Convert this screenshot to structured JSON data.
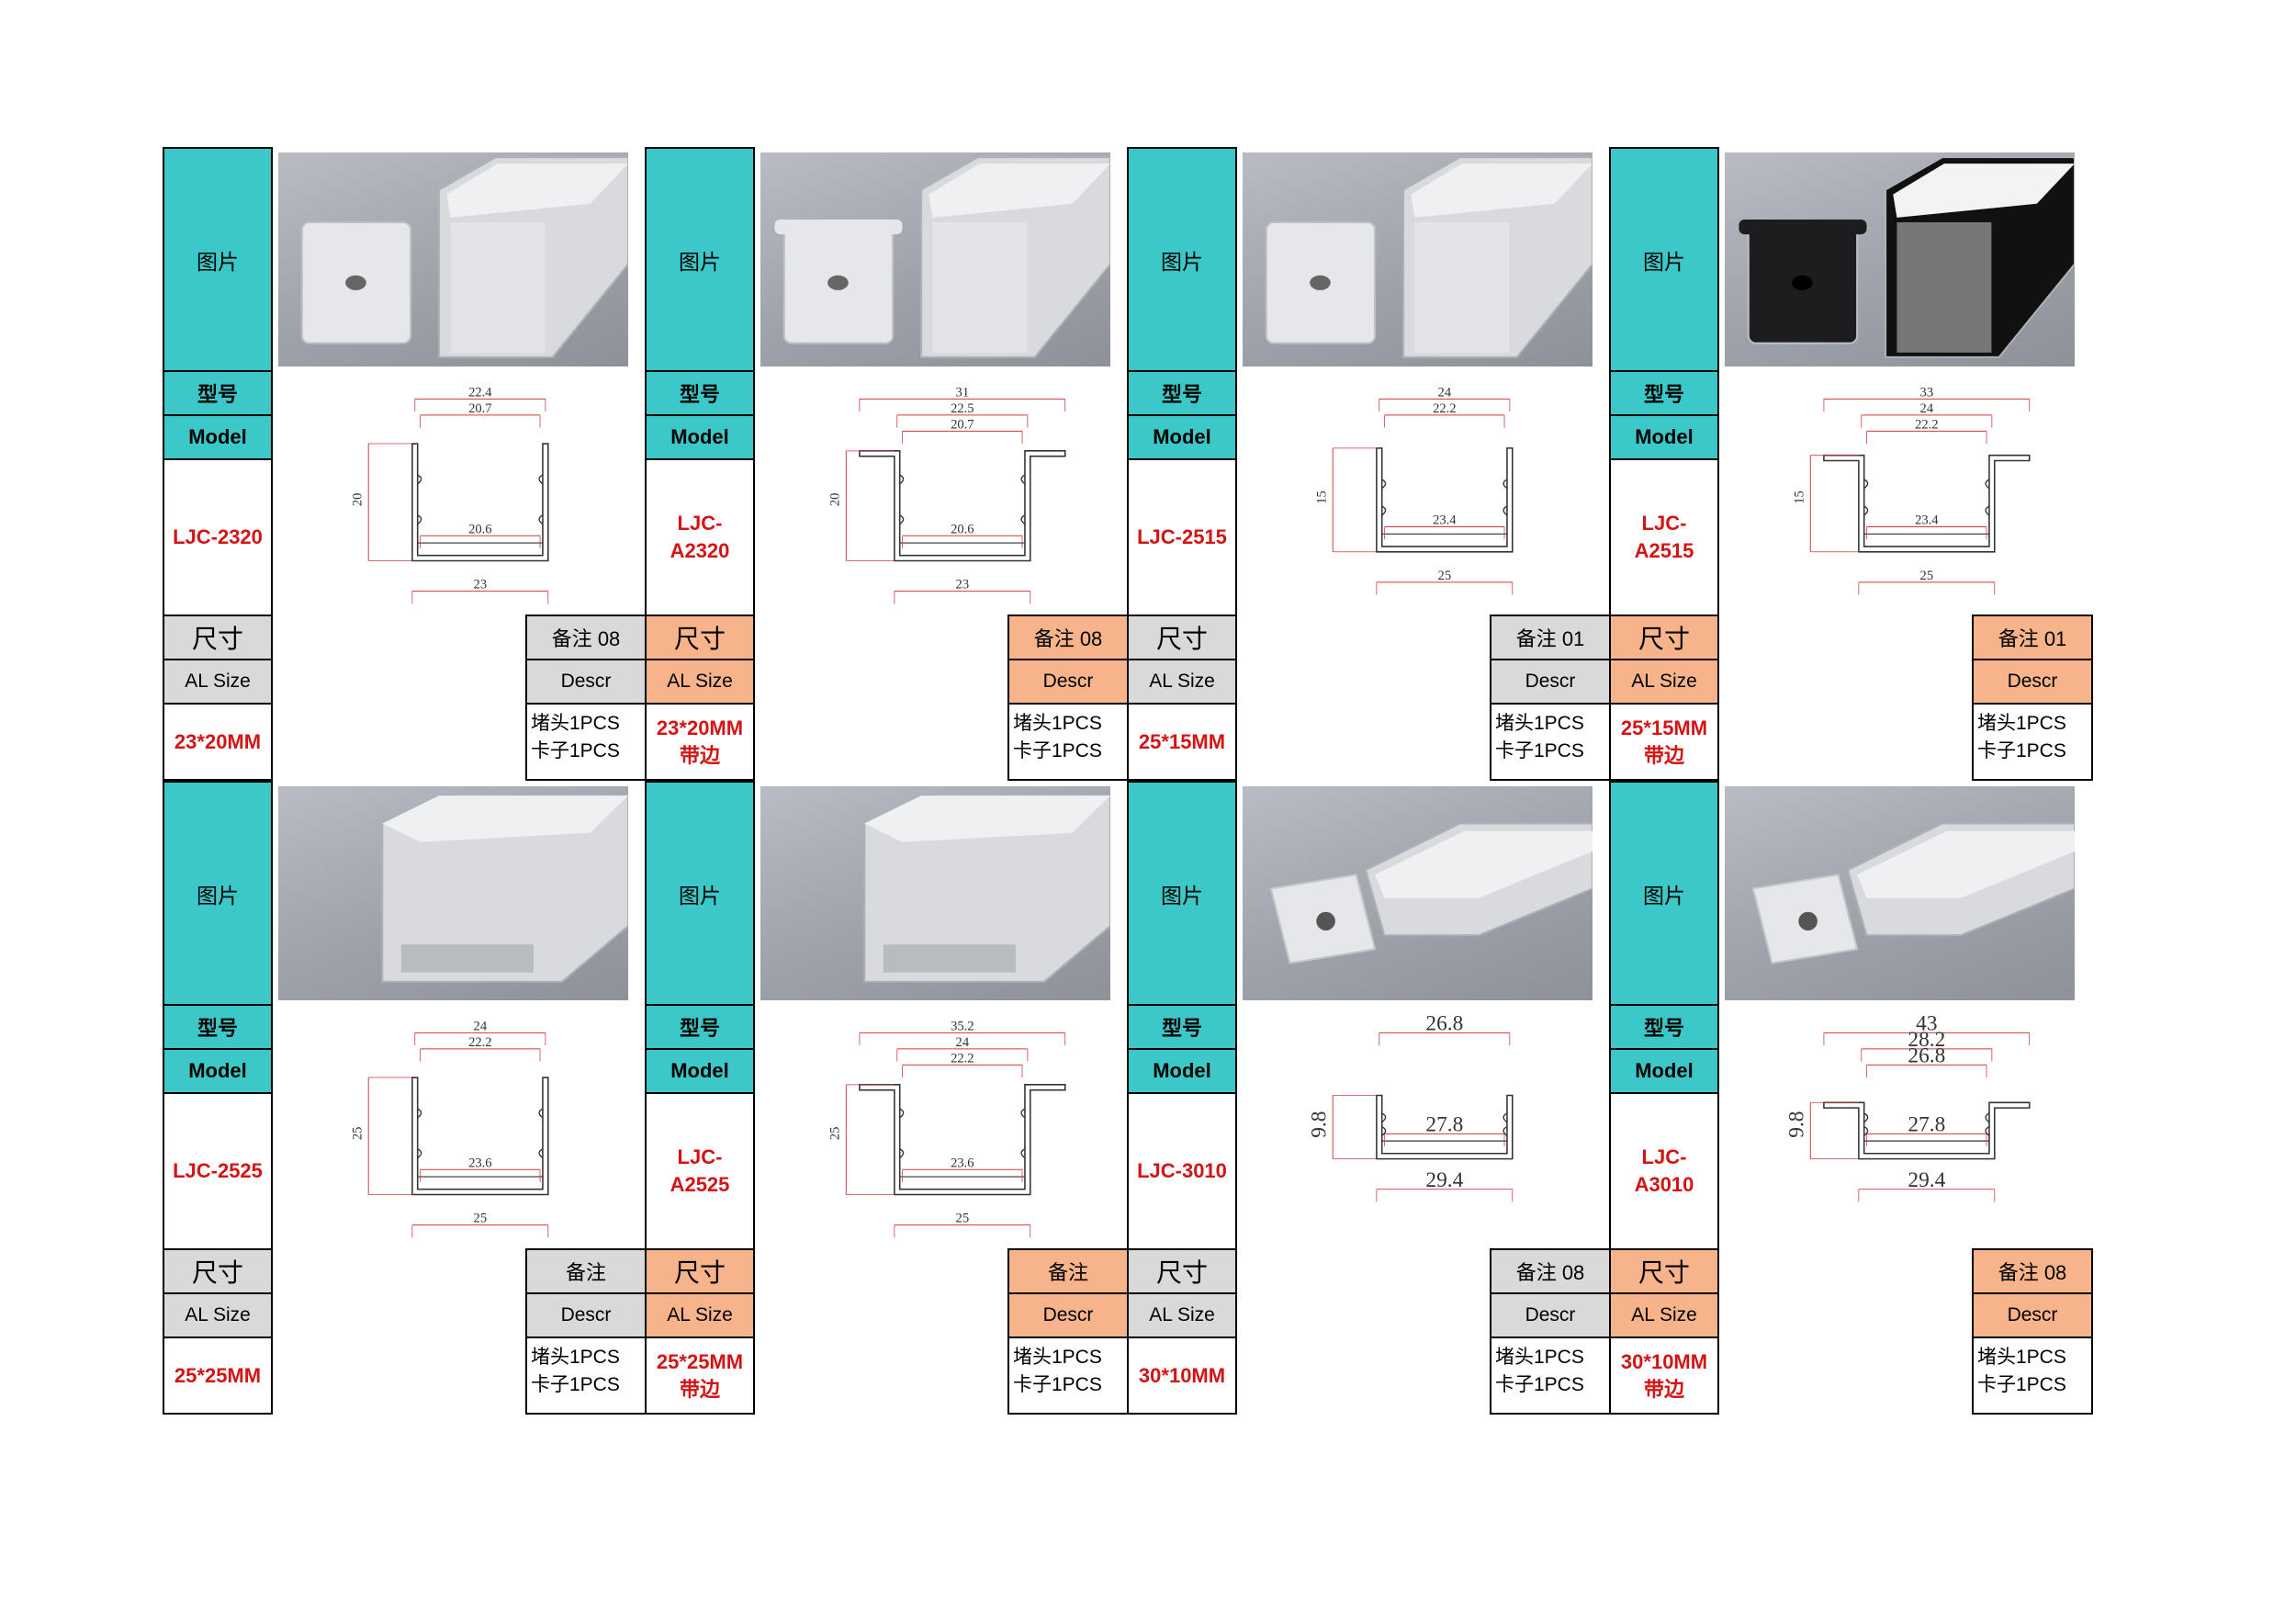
{
  "labels": {
    "photo": "图片",
    "model_cn": "型号",
    "model_en": "Model",
    "size_cn": "尺寸",
    "size_en": "AL Size",
    "descr": "Descr"
  },
  "products": [
    {
      "model": "LJC-2320",
      "size": "23*20MM",
      "size_note": "",
      "note": "备注 08",
      "parts": [
        "堵头1PCS",
        "卡子1PCS"
      ],
      "dims": {
        "top": "22.4",
        "inner": "20.7",
        "height": "20",
        "bottom_inner": "20.6",
        "width": "23"
      }
    },
    {
      "model": "LJC-A2320",
      "size": "23*20MM",
      "size_note": "带边",
      "note": "备注 08",
      "parts": [
        "堵头1PCS",
        "卡子1PCS"
      ],
      "dims": {
        "flange": "31",
        "top": "22.5",
        "inner": "20.7",
        "height": "20",
        "bottom_inner": "20.6",
        "width": "23"
      }
    },
    {
      "model": "LJC-2515",
      "size": "25*15MM",
      "size_note": "",
      "note": "备注 01",
      "parts": [
        "堵头1PCS",
        "卡子1PCS"
      ],
      "dims": {
        "top": "24",
        "inner": "22.2",
        "height": "15",
        "bottom_inner": "23.4",
        "width": "25"
      }
    },
    {
      "model": "LJC-A2515",
      "size": "25*15MM",
      "size_note": "带边",
      "note": "备注 01",
      "parts": [
        "堵头1PCS",
        "卡子1PCS"
      ],
      "dims": {
        "flange": "33",
        "top": "24",
        "inner": "22.2",
        "height": "15",
        "bottom_inner": "23.4",
        "width": "25"
      }
    },
    {
      "model": "LJC-2525",
      "size": "25*25MM",
      "size_note": "",
      "note": "备注",
      "parts": [
        "堵头1PCS",
        "卡子1PCS"
      ],
      "dims": {
        "top": "24",
        "inner": "22.2",
        "height": "25",
        "bottom_inner": "23.6",
        "width": "25"
      }
    },
    {
      "model": "LJC-A2525",
      "size": "25*25MM",
      "size_note": "带边",
      "note": "备注",
      "parts": [
        "堵头1PCS",
        "卡子1PCS"
      ],
      "dims": {
        "flange": "35.2",
        "top": "24",
        "inner": "22.2",
        "height": "25",
        "bottom_inner": "23.6",
        "width": "25"
      }
    },
    {
      "model": "LJC-3010",
      "size": "30*10MM",
      "size_note": "",
      "note": "备注 08",
      "parts": [
        "堵头1PCS",
        "卡子1PCS"
      ],
      "dims": {
        "top": "26.8",
        "height": "9.8",
        "bottom_inner": "27.8",
        "width": "29.4"
      }
    },
    {
      "model": "LJC-A3010",
      "size": "30*10MM",
      "size_note": "带边",
      "note": "备注 08",
      "parts": [
        "堵头1PCS",
        "卡子1PCS"
      ],
      "dims": {
        "flange": "43",
        "top": "28.2",
        "inner": "26.8",
        "height": "9.8",
        "bottom_inner": "27.8",
        "width": "29.4"
      }
    }
  ]
}
